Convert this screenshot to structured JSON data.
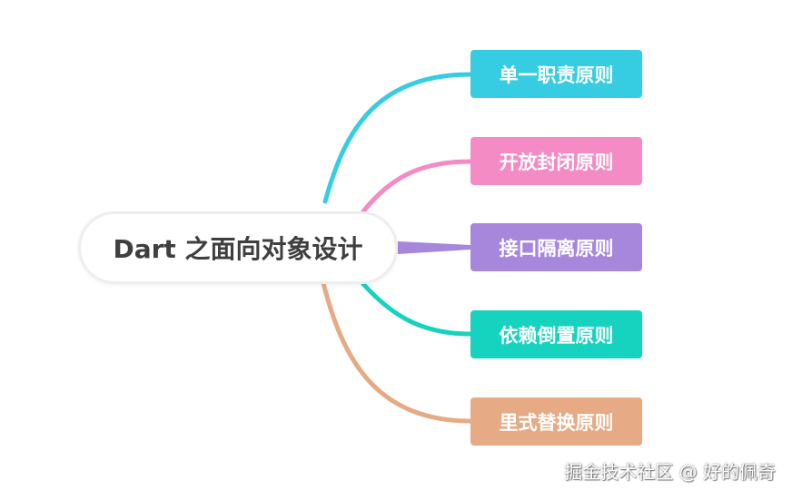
{
  "mindmap": {
    "root": {
      "label": "Dart 之面向对象设计"
    },
    "branches": [
      {
        "label": "单一职责原则",
        "color": "#36cde2"
      },
      {
        "label": "开放封闭原则",
        "color": "#f48bc4"
      },
      {
        "label": "接口隔离原则",
        "color": "#a687dc"
      },
      {
        "label": "依赖倒置原则",
        "color": "#16d3c0"
      },
      {
        "label": "里式替换原则",
        "color": "#e6aa84"
      }
    ]
  },
  "watermark": "掘金技术社区 @ 好的佩奇"
}
